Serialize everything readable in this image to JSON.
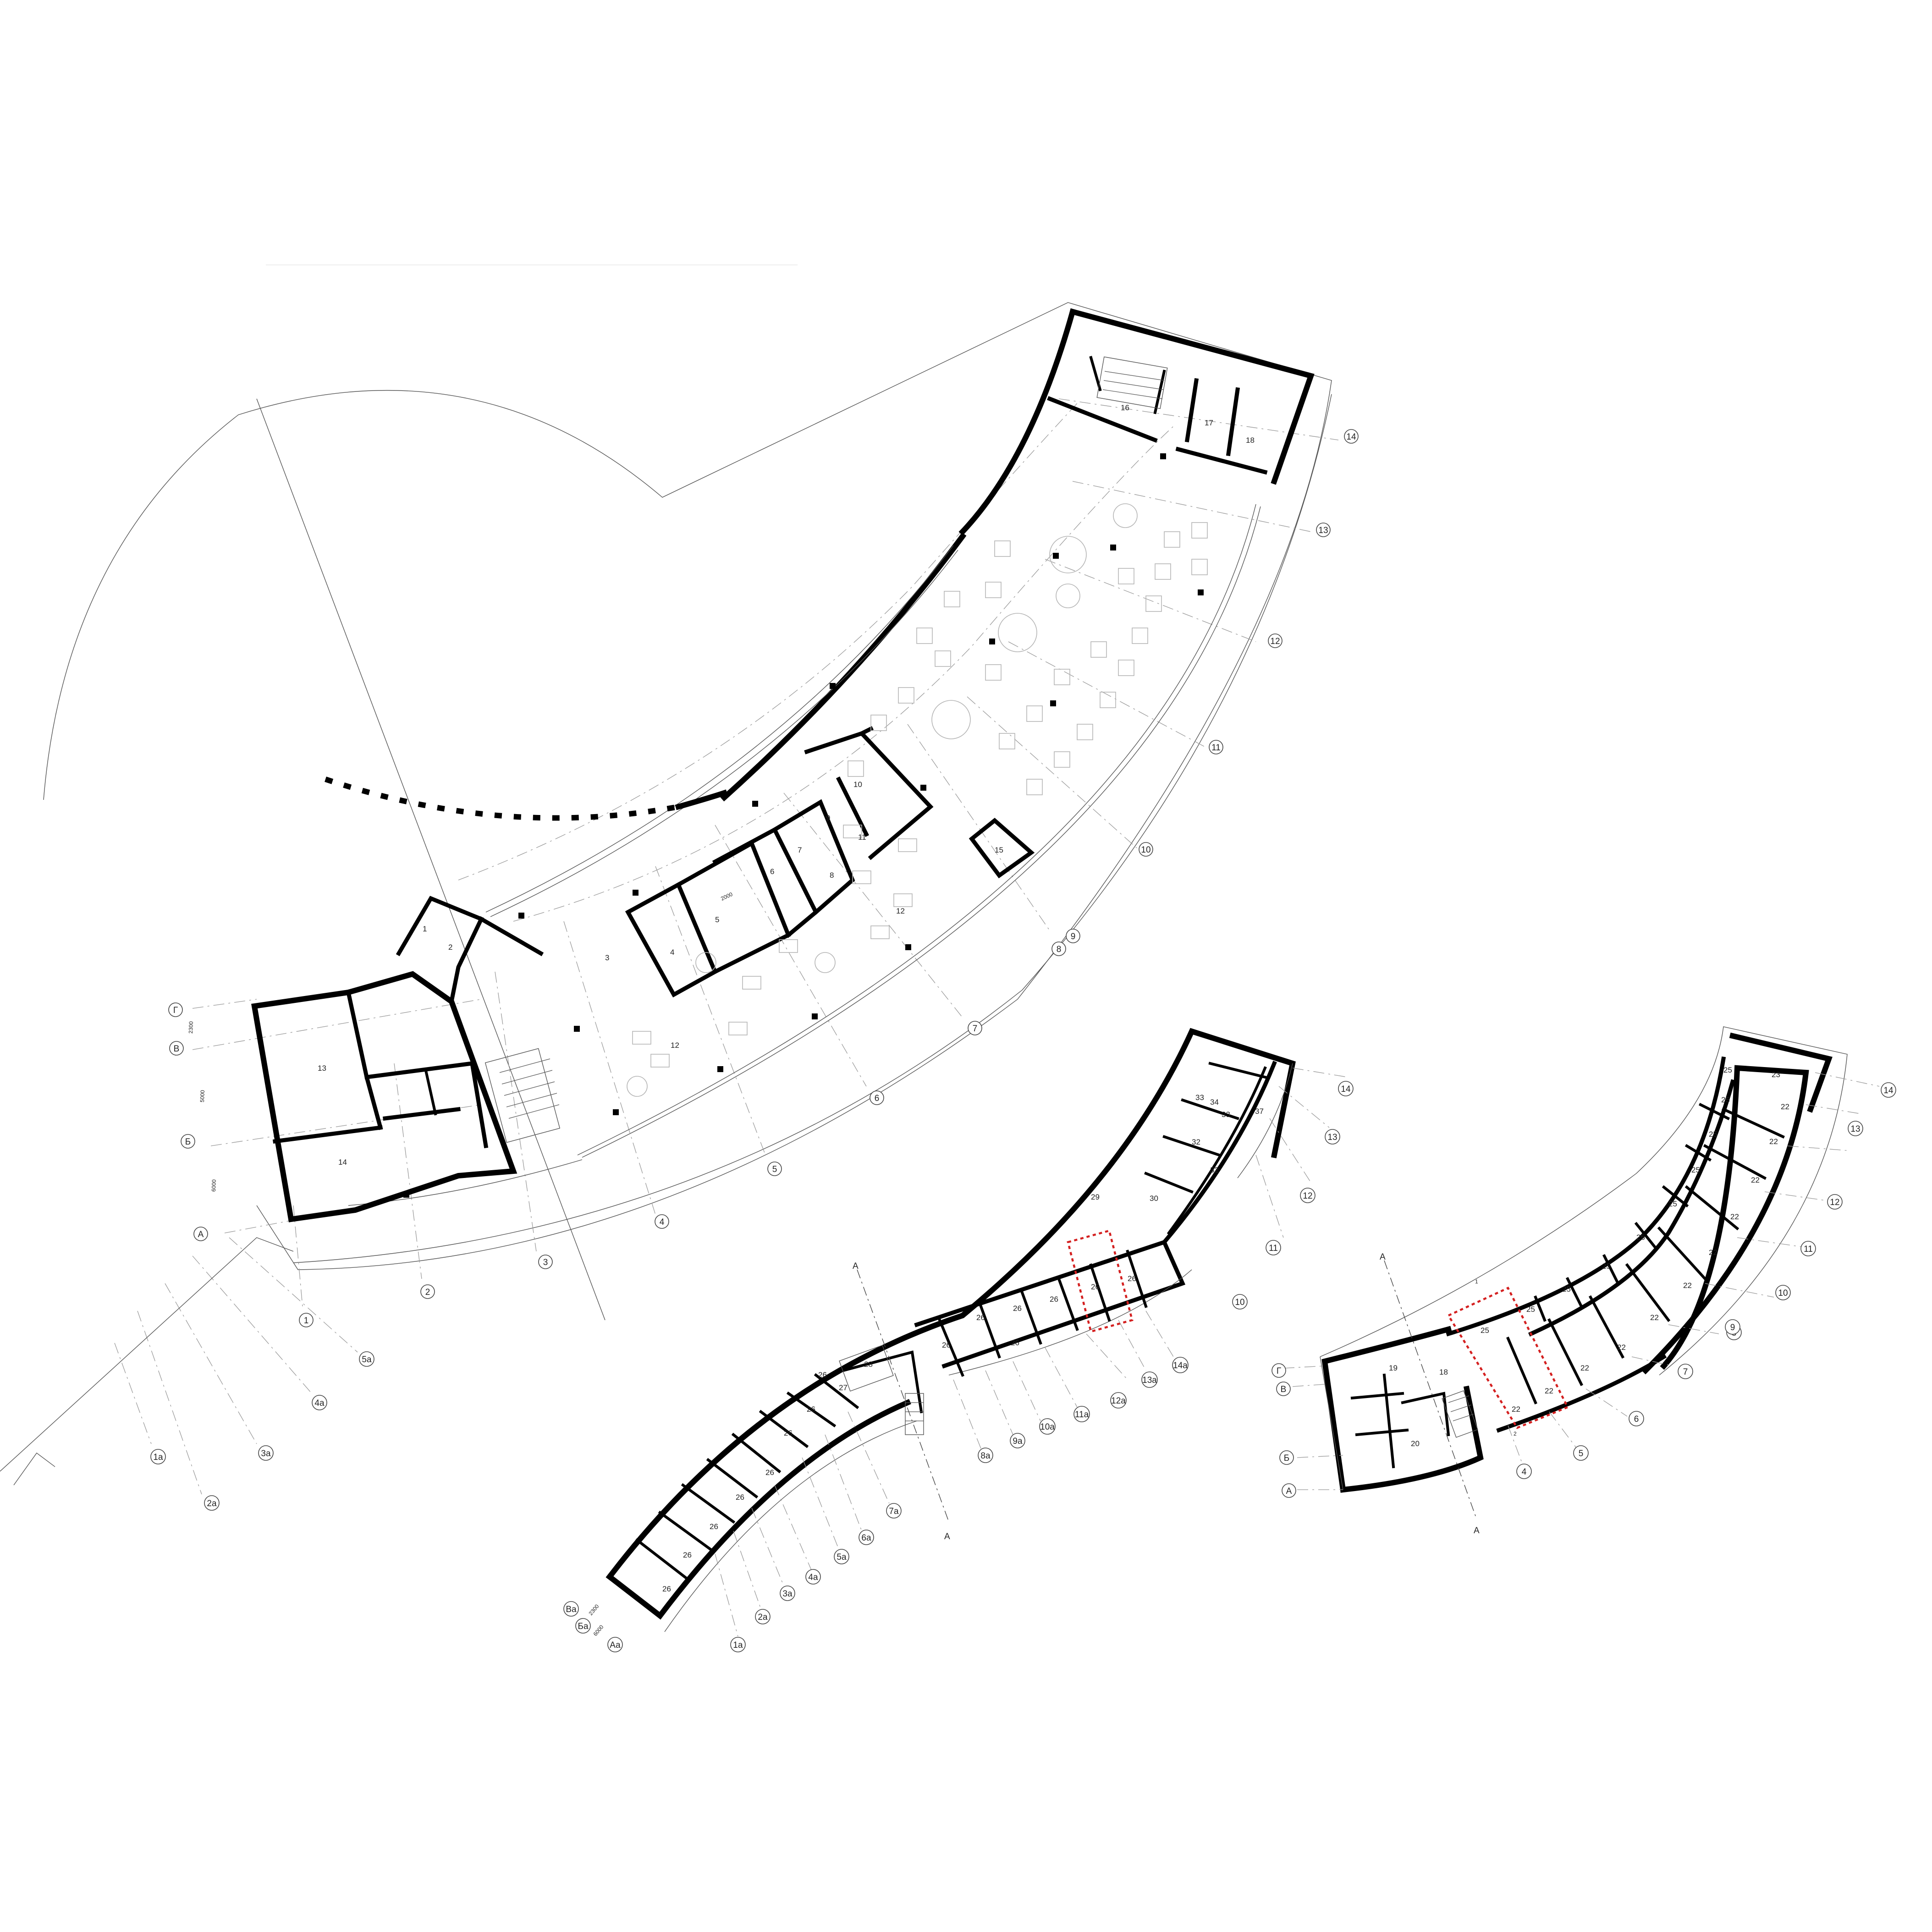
{
  "colors": {
    "walls": "#000000",
    "background": "#ffffff",
    "grid_lines": "#9a9a9a",
    "furniture": "#b5b5b5",
    "highlight": "#d42020"
  },
  "ground_floor": {
    "rooms": [
      "1",
      "2",
      "3",
      "4",
      "5",
      "6",
      "7",
      "8",
      "9",
      "10",
      "11",
      "12",
      "12",
      "13",
      "14",
      "15",
      "16",
      "17",
      "18"
    ],
    "axes_numbers": [
      "1",
      "2",
      "3",
      "4",
      "5",
      "6",
      "7",
      "8",
      "9",
      "10",
      "11",
      "12",
      "13",
      "14"
    ],
    "axes_letters": [
      "А",
      "Б",
      "В",
      "Г"
    ],
    "axes_secondary": [
      "1а",
      "2а",
      "3а",
      "4а",
      "5а"
    ],
    "dims": [
      "2300",
      "5000",
      "6000",
      "2000"
    ]
  },
  "floor_a": {
    "rooms": [
      "26",
      "26",
      "26",
      "26",
      "26",
      "26",
      "26",
      "26",
      "26",
      "26",
      "26",
      "26",
      "26",
      "26",
      "26",
      "27",
      "28",
      "29",
      "30",
      "32",
      "32",
      "33",
      "33",
      "34",
      "37"
    ],
    "axes_secondary": [
      "1а",
      "2а",
      "3а",
      "4а",
      "5а",
      "6а",
      "7а",
      "8а",
      "9а",
      "10а",
      "11а",
      "12а",
      "13а",
      "14а"
    ],
    "axes_letters": [
      "Аа",
      "Ба",
      "Ва"
    ],
    "axes_numbers": [
      "10",
      "11",
      "12",
      "13",
      "14"
    ],
    "section_mark": "А",
    "dims": [
      "2300",
      "6000"
    ]
  },
  "floor_b": {
    "rooms": [
      "18",
      "19",
      "20",
      "22",
      "22",
      "22",
      "22",
      "22",
      "22",
      "22",
      "22",
      "22",
      "22",
      "22",
      "23",
      "25",
      "25",
      "25",
      "25",
      "25",
      "25",
      "25",
      "25",
      "25",
      "25"
    ],
    "axes_numbers": [
      "4",
      "5",
      "6",
      "7",
      "8",
      "9",
      "10",
      "11",
      "12",
      "13",
      "14"
    ],
    "axes_letters": [
      "А",
      "Б",
      "В",
      "Г"
    ],
    "section_mark": "А",
    "highlight_numbers": [
      "1",
      "2"
    ]
  }
}
